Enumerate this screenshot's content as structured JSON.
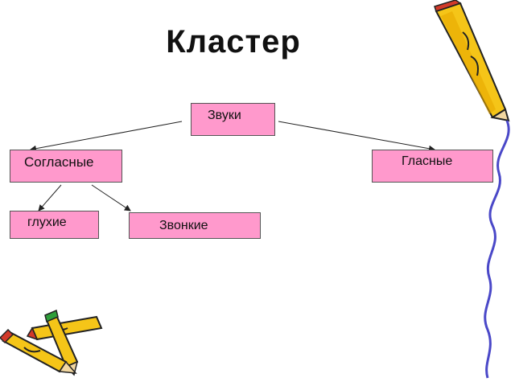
{
  "title": "Кластер",
  "nodes": {
    "sounds": "Звуки",
    "consonants": "Согласные",
    "vowels": "Гласные",
    "voiceless": "глухие",
    "voiced": "Звонкие"
  },
  "colors": {
    "node_fill": "#ff99cc",
    "node_border": "#555555",
    "arrow": "#222222",
    "pencil_body": "#f5c518",
    "pencil_dark": "#a06a00",
    "wavy_line": "#4a48c8"
  },
  "decorations": [
    "pencil-icon",
    "pencil-icon",
    "pencil-icon",
    "pencil-icon",
    "wavy-line"
  ]
}
